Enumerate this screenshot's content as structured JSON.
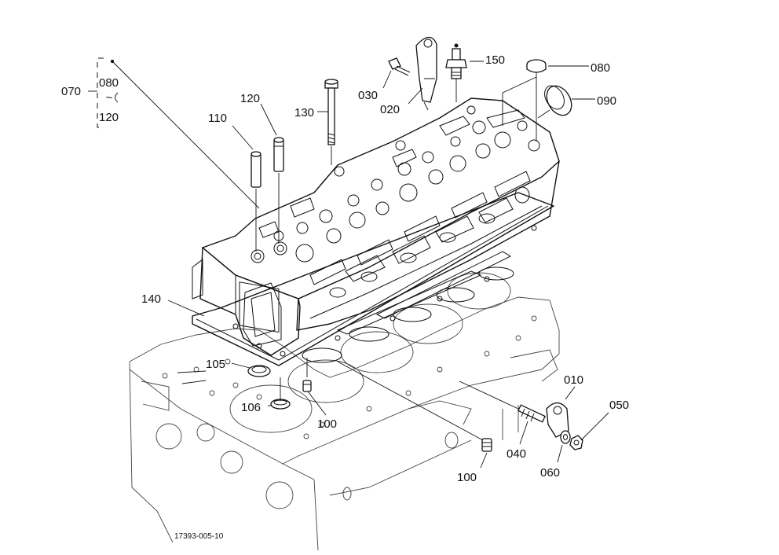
{
  "labels": {
    "p010": "010",
    "p020": "020",
    "p030": "030",
    "p040": "040",
    "p050": "050",
    "p060": "060",
    "p070": "070",
    "p080": "080",
    "p080b": "080",
    "p090": "090",
    "p100a": "100",
    "p100b": "100",
    "p105": "105",
    "p106": "106",
    "p110": "110",
    "p120": "120",
    "p120b": "120",
    "p130": "130",
    "p140": "140",
    "p150": "150"
  },
  "range_separator": "~",
  "drawing_number": "17393-005-10"
}
